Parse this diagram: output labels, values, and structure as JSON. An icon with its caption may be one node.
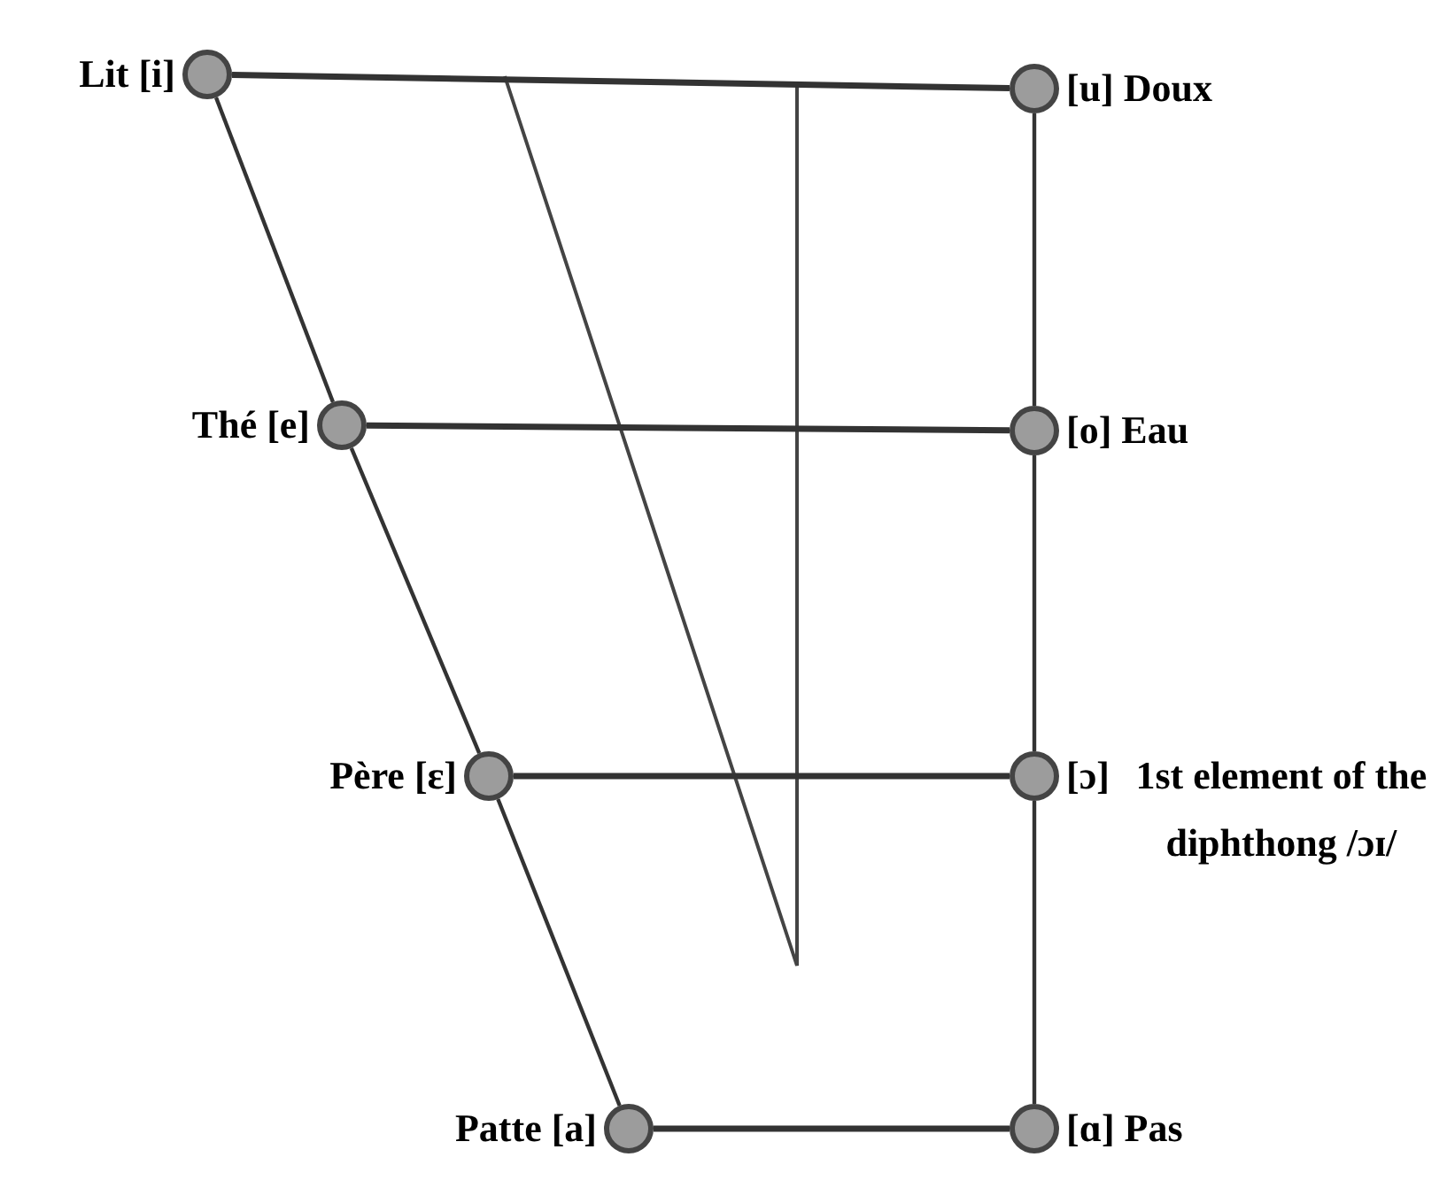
{
  "diagram": {
    "nodes": [
      {
        "text": [],
        "shape": "circle",
        "beside": [
          "Lit [i]"
        ]
      },
      {
        "text": [],
        "shape": "circle",
        "beside": [
          "[u] Doux"
        ]
      },
      {
        "text": [],
        "shape": "circle",
        "beside": [
          "Thé [e]"
        ]
      },
      {
        "text": [],
        "shape": "circle",
        "beside": [
          "[o] Eau"
        ]
      },
      {
        "text": [],
        "shape": "circle",
        "beside": [
          "Père [ɛ]"
        ]
      },
      {
        "text": [],
        "shape": "circle",
        "beside": [
          "[ɔ]",
          "1st element of the diphthong /ɔɪ/"
        ]
      },
      {
        "text": [],
        "shape": "circle",
        "beside": [
          "Patte [a]"
        ]
      },
      {
        "text": [],
        "shape": "circle",
        "beside": [
          "[ɑ] Pas"
        ]
      }
    ],
    "edges": [
      {
        "from": 0,
        "to": 1,
        "arrow": "none"
      },
      {
        "from": 0,
        "to": 2,
        "arrow": "none"
      },
      {
        "from": 1,
        "to": 3,
        "arrow": "none"
      },
      {
        "from": 2,
        "to": 3,
        "arrow": "none"
      },
      {
        "from": 2,
        "to": 4,
        "arrow": "none"
      },
      {
        "from": 3,
        "to": 5,
        "arrow": "none"
      },
      {
        "from": 4,
        "to": 5,
        "arrow": "none"
      },
      {
        "from": 4,
        "to": 6,
        "arrow": "none"
      },
      {
        "from": 5,
        "to": 7,
        "arrow": "none"
      },
      {
        "from": 6,
        "to": 7,
        "arrow": "none"
      }
    ]
  }
}
